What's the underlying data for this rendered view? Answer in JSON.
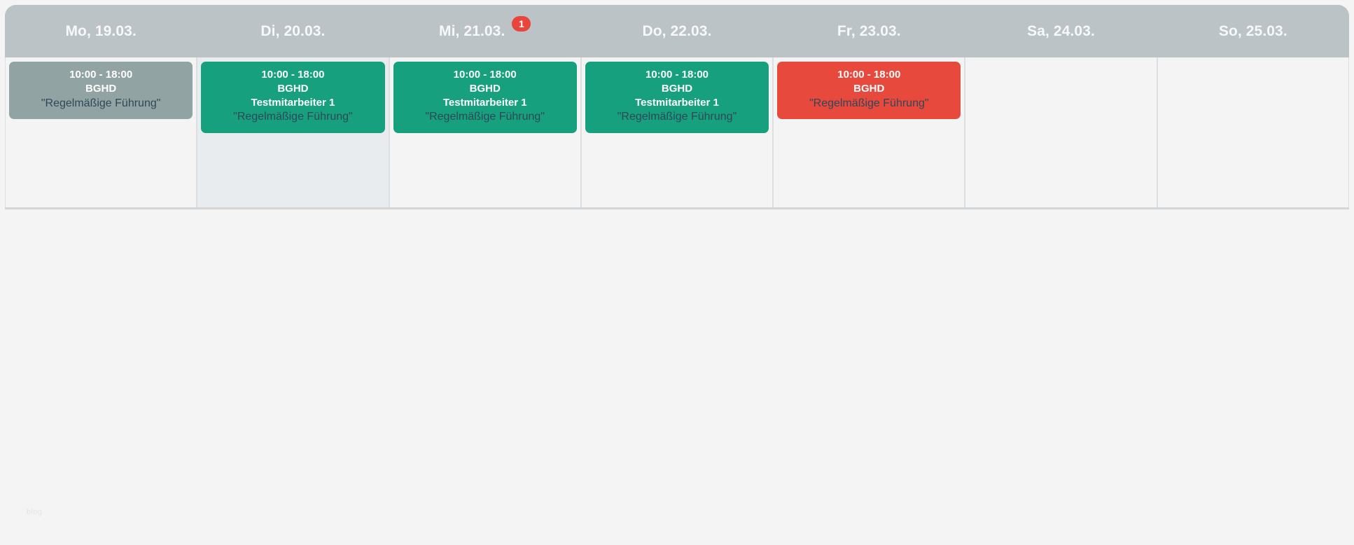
{
  "calendar": {
    "days": [
      {
        "label": "Mo, 19.03.",
        "badge": null,
        "highlight": false
      },
      {
        "label": "Di, 20.03.",
        "badge": null,
        "highlight": true
      },
      {
        "label": "Mi, 21.03.",
        "badge": "1",
        "highlight": false
      },
      {
        "label": "Do, 22.03.",
        "badge": null,
        "highlight": false
      },
      {
        "label": "Fr, 23.03.",
        "badge": null,
        "highlight": false
      },
      {
        "label": "Sa, 24.03.",
        "badge": null,
        "highlight": false
      },
      {
        "label": "So, 25.03.",
        "badge": null,
        "highlight": false
      }
    ],
    "events": [
      {
        "day": 0,
        "status": "gray",
        "time": "10:00 - 18:00",
        "location": "BGHD",
        "employee": null,
        "note": "\"Regelmäßige Führung\""
      },
      {
        "day": 1,
        "status": "green",
        "time": "10:00 - 18:00",
        "location": "BGHD",
        "employee": "Testmitarbeiter 1",
        "note": "\"Regelmäßige Führung\""
      },
      {
        "day": 2,
        "status": "green",
        "time": "10:00 - 18:00",
        "location": "BGHD",
        "employee": "Testmitarbeiter 1",
        "note": "\"Regelmäßige Führung\""
      },
      {
        "day": 3,
        "status": "green",
        "time": "10:00 - 18:00",
        "location": "BGHD",
        "employee": "Testmitarbeiter 1",
        "note": "\"Regelmäßige Führung\""
      },
      {
        "day": 4,
        "status": "red",
        "time": "10:00 - 18:00",
        "location": "BGHD",
        "employee": null,
        "note": "\"Regelmäßige Führung\""
      },
      {
        "day": 5,
        "status": null,
        "time": null,
        "location": null,
        "employee": null,
        "note": null
      },
      {
        "day": 6,
        "status": null,
        "time": null,
        "location": null,
        "employee": null,
        "note": null
      }
    ]
  },
  "footer": {
    "watermark": "blog"
  },
  "colors": {
    "header_bg": "#bcc3c7",
    "page_bg": "#f4f4f4",
    "column_bg": "#f4f4f4",
    "column_highlight_bg": "#e8ecee",
    "event_gray": "#92a3a3",
    "event_green": "#17a07e",
    "event_red": "#e8493d",
    "badge_red": "#e8453c",
    "note_text": "#2f4858",
    "header_text": "#f7f8f9"
  }
}
